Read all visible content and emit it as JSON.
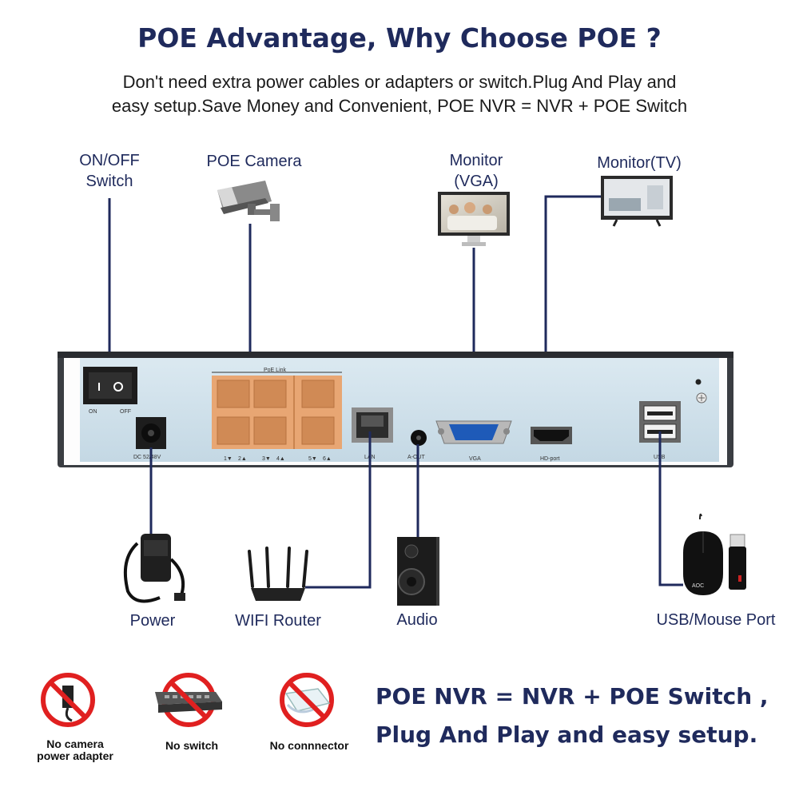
{
  "header": {
    "title": "POE Advantage, Why Choose POE ?",
    "subtitle_line1": "Don't need extra power cables or adapters or switch.Plug And Play and",
    "subtitle_line2": "easy setup.Save Money and Convenient, POE NVR = NVR + POE Switch"
  },
  "top_devices": {
    "switch_line1": "ON/OFF",
    "switch_line2": "Switch",
    "camera": "POE Camera",
    "monitor_vga_line1": "Monitor",
    "monitor_vga_line2": "(VGA)",
    "monitor_tv": "Monitor(TV)"
  },
  "nvr_panel": {
    "poe_link": "PoE Link",
    "on": "ON",
    "off": "OFF",
    "dc": "DC 52/48V",
    "port_nums": [
      "1▼",
      "2▲",
      "3▼",
      "4▲",
      "5▼",
      "6▲"
    ],
    "lan": "LAN",
    "aout": "A-OUT",
    "vga": "VGA",
    "hd": "HD-port",
    "usb": "USB"
  },
  "bottom_devices": {
    "power": "Power",
    "router": "WIFI Router",
    "audio": "Audio",
    "usb": "USB/Mouse Port",
    "mouse_brand": "AOC"
  },
  "footer": {
    "no_adapter_line1": "No camera",
    "no_adapter_line2": "power adapter",
    "no_switch": "No switch",
    "no_connector": "No connnector",
    "tagline1": "POE NVR = NVR + POE Switch ,",
    "tagline2": "Plug And Play and easy setup."
  },
  "colors": {
    "title": "#1f2a5c",
    "panel": "#cfe0ea",
    "poe_ports": "#e8a673",
    "prohibited": "#e02020",
    "wire": "#1f2a5c"
  }
}
